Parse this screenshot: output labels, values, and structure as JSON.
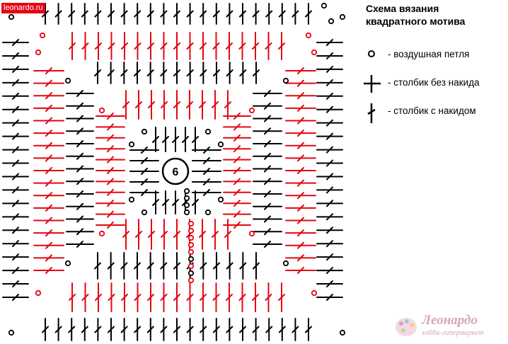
{
  "site_label": "leonardo.ru",
  "title": {
    "line1": "Схема вязания",
    "line2": "квадратного мотива"
  },
  "legend": {
    "items": [
      {
        "symbol": "chain-stitch",
        "label": "- воздушная петля"
      },
      {
        "symbol": "single-crochet",
        "label": "- столбик без накида"
      },
      {
        "symbol": "double-crochet",
        "label": "- столбик с накидом"
      }
    ]
  },
  "center_ring": {
    "label": "6"
  },
  "brand": {
    "name": "Леонардо",
    "tagline": "хобби-гипермаркет"
  },
  "colors": {
    "black": "#000000",
    "red": "#e30613",
    "brand_pink": "#d7a6b8",
    "site_label_bg": "#e30613"
  }
}
